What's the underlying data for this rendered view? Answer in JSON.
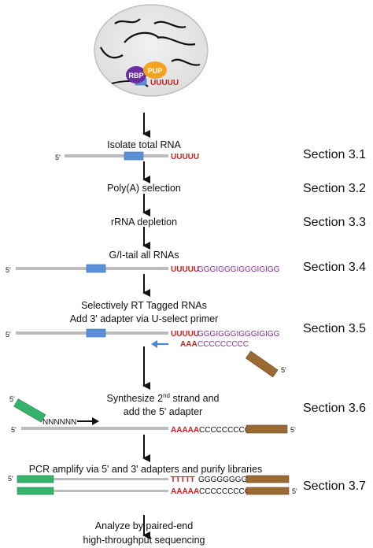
{
  "cell": {
    "rbp": "RBP",
    "pup": "PUP",
    "uridine_tail": "UUUUU"
  },
  "steps": [
    {
      "text": "Isolate total RNA",
      "section": "Section 3.1"
    },
    {
      "text": "Poly(A) selection",
      "section": "Section 3.2"
    },
    {
      "text": "rRNA depletion",
      "section": "Section 3.3"
    },
    {
      "text": "G/I-tail all RNAs",
      "section": "Section 3.4"
    },
    {
      "text_lines": [
        "Selectively RT Tagged RNAs",
        "Add 3' adapter via U-select primer"
      ],
      "section": "Section 3.5"
    },
    {
      "text_lines": [
        "Synthesize 2",
        "nd",
        " strand and",
        "add the 5' adapter"
      ],
      "section": "Section 3.6"
    },
    {
      "text": "PCR amplify via 5' and 3' adapters and purify libraries",
      "section": "Section 3.7"
    },
    {
      "text_lines": [
        "Analyze by paired-end",
        "high-throughput sequencing"
      ]
    }
  ],
  "sequences": {
    "five_prime": "5'",
    "u_tail": "UUUUU",
    "gi_tail": "GGGIGGGIGGGIGIGG",
    "aaa": "AAA",
    "c_run_primer": "CCCCCCCCC",
    "n_primer": "NNNNNN",
    "aaaaa": "AAAAA",
    "c_run_long": "CCCCCCCCC",
    "ttttt": "TTTTT",
    "g_run": "GGGGGGGGG"
  },
  "colors": {
    "rna_line": "#bcbcbc",
    "tagged_region": "#5b8fd8",
    "u_tail": "#cc1f1f",
    "gi_tail": "#8a2ba0",
    "adapter_5": "#35b26b",
    "adapter_3": "#9b6a32",
    "rbp": "#6a2ea0",
    "pup": "#f3a320",
    "primer_arrow": "#4a86d6",
    "arrow": "#111111"
  }
}
